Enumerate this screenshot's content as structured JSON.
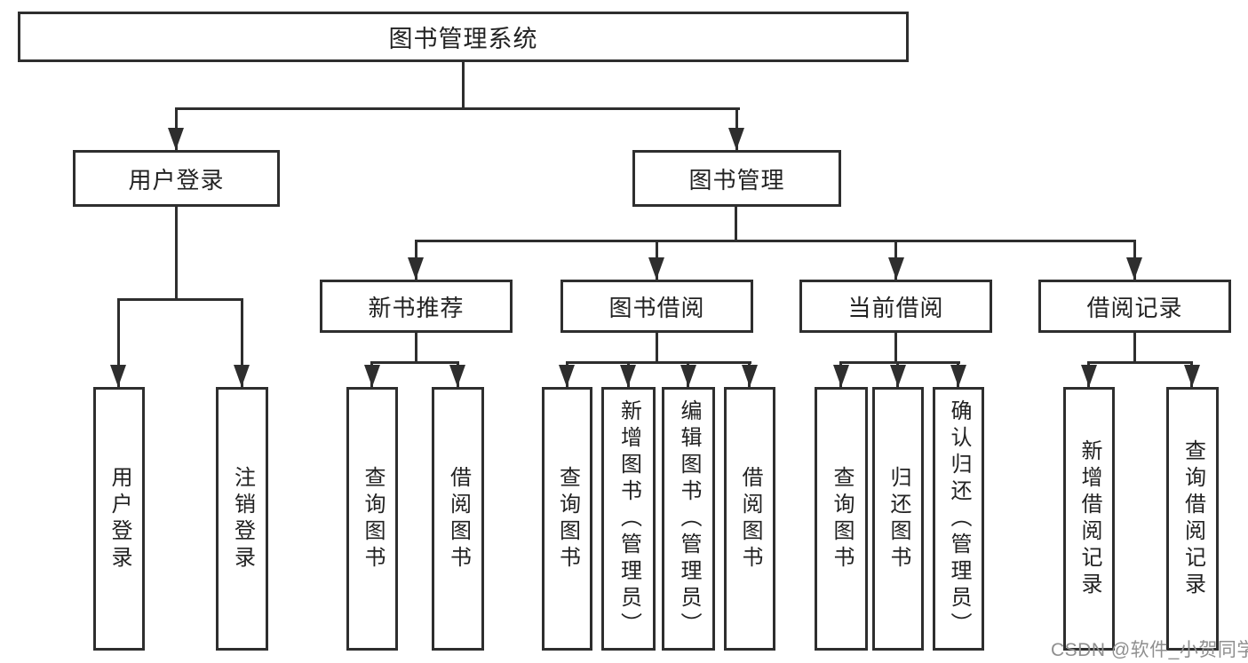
{
  "diagram": {
    "root_label": "图书管理系统",
    "level2": [
      {
        "label": "用户登录"
      },
      {
        "label": "图书管理"
      }
    ],
    "level3": [
      {
        "label": "新书推荐"
      },
      {
        "label": "图书借阅"
      },
      {
        "label": "当前借阅"
      },
      {
        "label": "借阅记录"
      }
    ],
    "leaves_user_login": [
      "用户登录",
      "注销登录"
    ],
    "leaves_new_book": [
      "查询图书",
      "借阅图书"
    ],
    "leaves_book_borrow": [
      "查询图书",
      "新增图书（管理员）",
      "编辑图书（管理员）",
      "借阅图书"
    ],
    "leaves_current_borrow": [
      "查询图书",
      "归还图书",
      "确认归还（管理员）"
    ],
    "leaves_borrow_records": [
      "新增借阅记录",
      "查询借阅记录"
    ]
  },
  "watermark": {
    "text": "CSDN @软件_小贺同学"
  }
}
